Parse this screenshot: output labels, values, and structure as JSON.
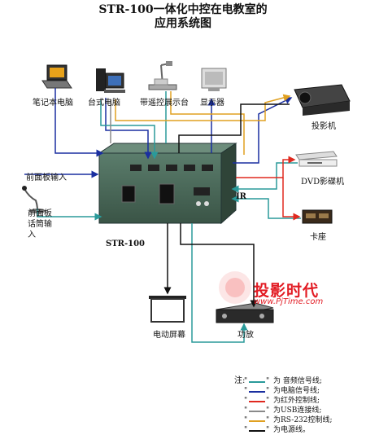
{
  "title": {
    "line1": "STR-100一体化中控在电教室的",
    "line2": "应用系统图"
  },
  "devices": {
    "laptop": "笔记本电脑",
    "desktop": "台式电脑",
    "presenter": "带遥控展示台",
    "monitor": "显示器",
    "projector": "投影机",
    "dvd": "DVD影碟机",
    "cassette": "卡座",
    "front_input": "前面板输入",
    "front_mic": "前面板话筒输入",
    "str100": "STR-100",
    "ir": "IR",
    "screen": "电动屏幕",
    "amplifier": "功放"
  },
  "watermark": {
    "text": "投影时代",
    "url": "www.PjTime.com"
  },
  "legend": {
    "prefix": "注:",
    "items": [
      {
        "label": "为 音频信号线;",
        "color": "#2a9a9a"
      },
      {
        "label": "为电脑信号线;",
        "color": "#1a2fa0"
      },
      {
        "label": "为红外控制线;",
        "color": "#e0281e"
      },
      {
        "label": "为USB连接线;",
        "color": "#8a8a8a"
      },
      {
        "label": "为RS-232控制线;",
        "color": "#e0a020"
      },
      {
        "label": "为电源线。",
        "color": "#111111"
      }
    ]
  },
  "colors": {
    "audio": "#2a9a9a",
    "computer": "#1a2fa0",
    "ir": "#e0281e",
    "usb": "#8a8a8a",
    "rs232": "#e0a020",
    "power": "#111111",
    "box": "#4a6a5a"
  }
}
